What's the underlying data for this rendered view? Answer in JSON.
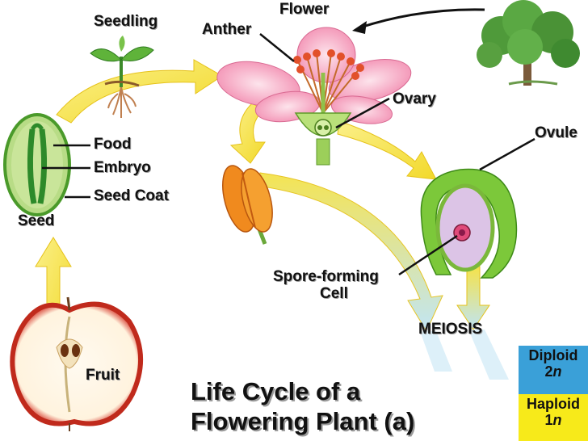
{
  "labels": {
    "seedling": "Seedling",
    "anther": "Anther",
    "flower": "Flower",
    "ovary": "Ovary",
    "ovule": "Ovule",
    "food": "Food",
    "embryo": "Embryo",
    "seed_coat": "Seed Coat",
    "seed": "Seed",
    "spore_forming_1": "Spore-forming",
    "spore_forming_2": "Cell",
    "meiosis": "MEIOSIS",
    "fruit": "Fruit"
  },
  "title": {
    "line1": "Life Cycle of a",
    "line2": "Flowering Plant (a)"
  },
  "legend": {
    "diploid": {
      "label": "Diploid",
      "number": "2",
      "letter": "n",
      "color": "#3aa0d8"
    },
    "haploid": {
      "label": "Haploid",
      "number": "1",
      "letter": "n",
      "color": "#f7ea1a"
    }
  },
  "colors": {
    "arrow": "#f5e34a",
    "arrow_edge": "#e6c21a"
  }
}
